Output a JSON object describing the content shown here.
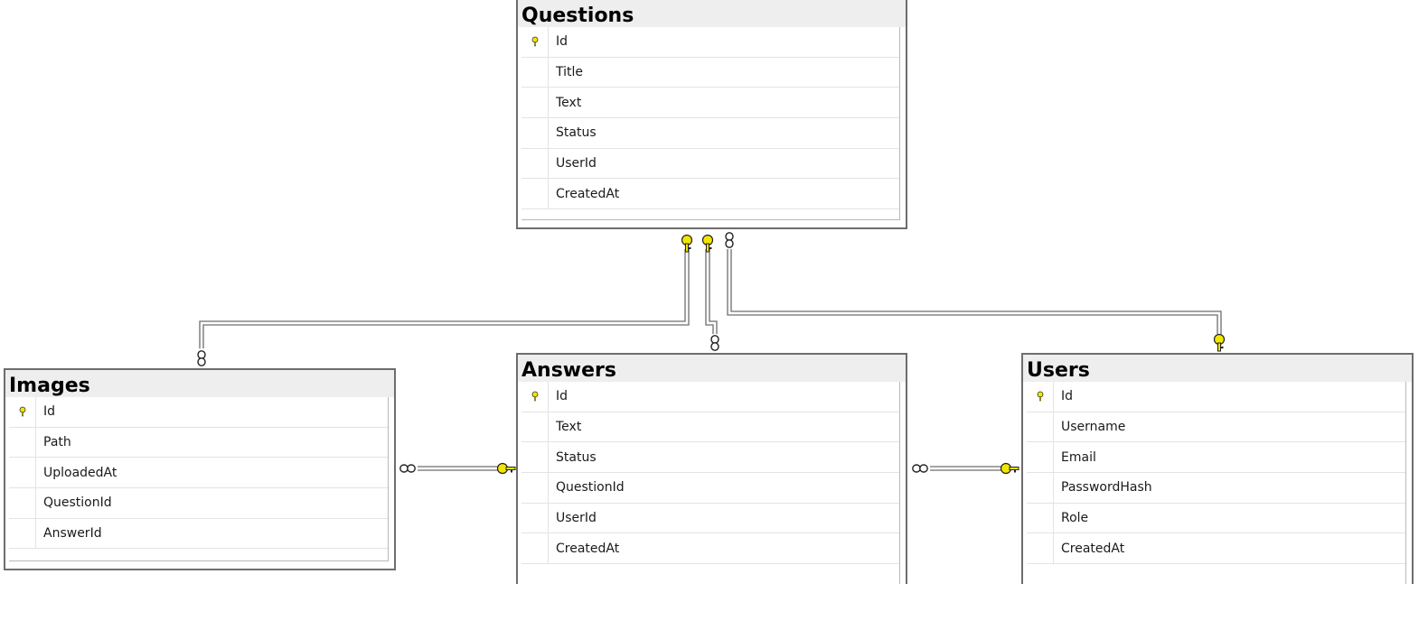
{
  "tables": {
    "questions": {
      "name": "Questions",
      "columns": [
        "Id",
        "Title",
        "Text",
        "Status",
        "UserId",
        "CreatedAt"
      ],
      "primary_key": "Id"
    },
    "images": {
      "name": "Images",
      "columns": [
        "Id",
        "Path",
        "UploadedAt",
        "QuestionId",
        "AnswerId"
      ],
      "primary_key": "Id"
    },
    "answers": {
      "name": "Answers",
      "columns": [
        "Id",
        "Text",
        "Status",
        "QuestionId",
        "UserId",
        "CreatedAt"
      ],
      "primary_key": "Id"
    },
    "users": {
      "name": "Users",
      "columns": [
        "Id",
        "Username",
        "Email",
        "PasswordHash",
        "Role",
        "CreatedAt"
      ],
      "primary_key": "Id"
    }
  },
  "relationships": [
    {
      "from": "Questions",
      "to": "Images",
      "one_end": "Questions",
      "many_end": "Images"
    },
    {
      "from": "Questions",
      "to": "Answers",
      "one_end": "Questions",
      "many_end": "Answers"
    },
    {
      "from": "Users",
      "to": "Questions",
      "one_end": "Users",
      "many_end": "Questions"
    },
    {
      "from": "Answers",
      "to": "Images",
      "one_end": "Answers",
      "many_end": "Images"
    },
    {
      "from": "Users",
      "to": "Answers",
      "one_end": "Users",
      "many_end": "Answers"
    }
  ],
  "icons": {
    "primary_key": "key-icon",
    "one_end": "yellow-key-icon",
    "many_end": "infinity-icon"
  },
  "colors": {
    "table_border": "#6d6d6d",
    "header_bg": "#eeeeee",
    "key_yellow": "#f2e600",
    "connector": "#6d6d6d"
  }
}
